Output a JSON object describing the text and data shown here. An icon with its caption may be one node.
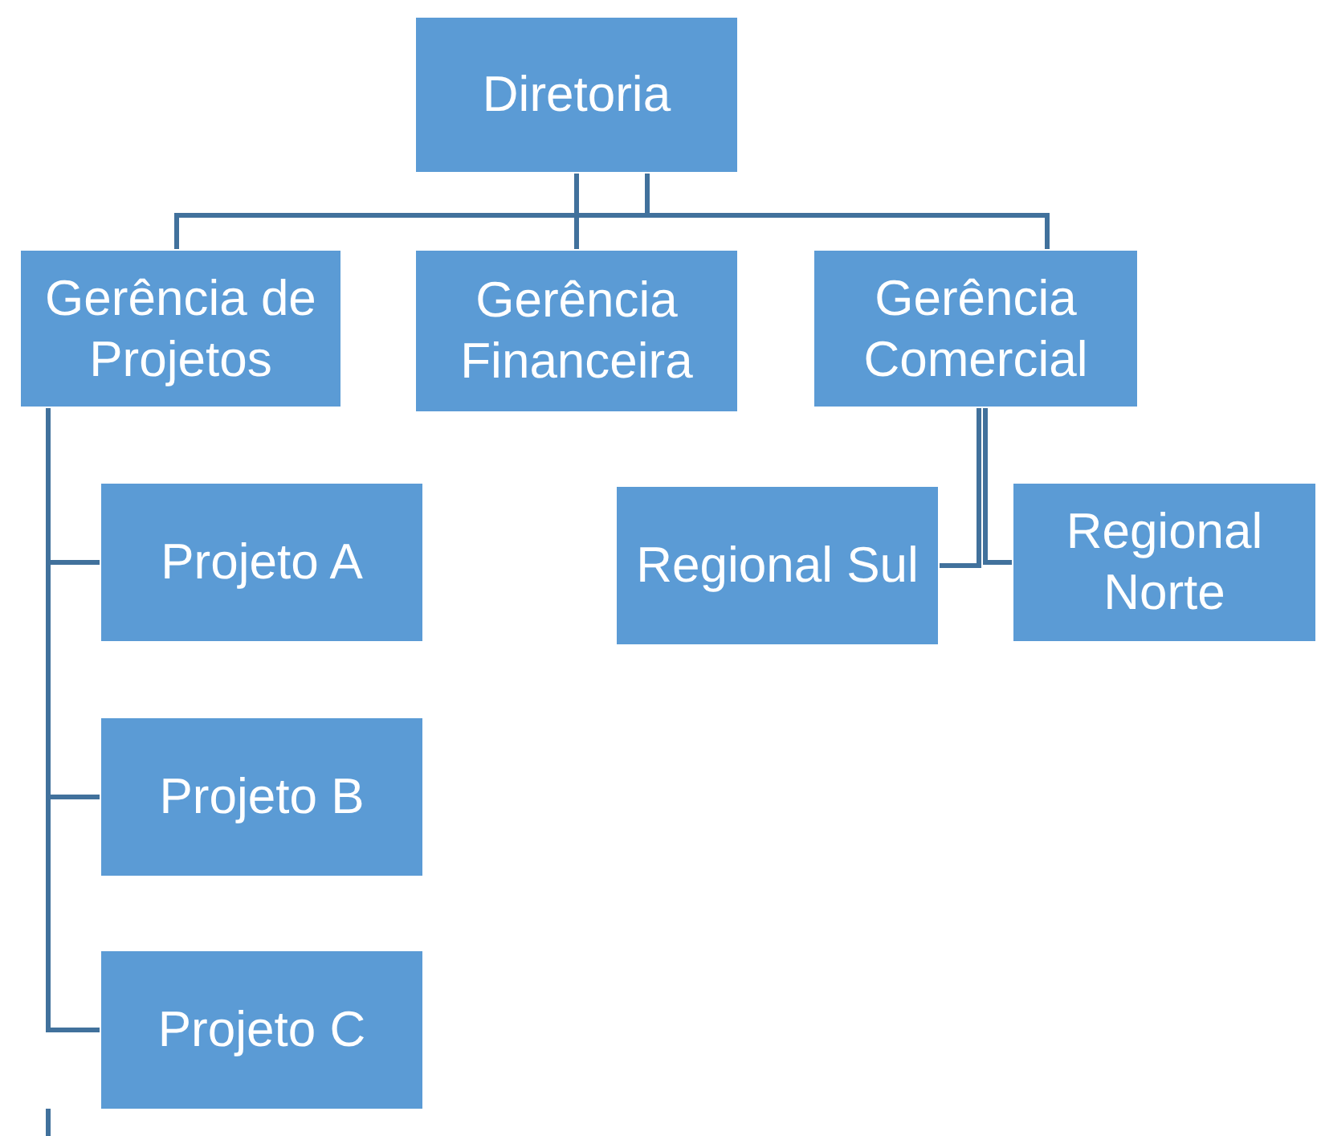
{
  "diagram": {
    "nodes": [
      {
        "text": [
          "Diretoria"
        ]
      },
      {
        "text": [
          "Gerência de Projetos"
        ]
      },
      {
        "text": [
          "Gerência Financeira"
        ]
      },
      {
        "text": [
          "Gerência Comercial"
        ]
      },
      {
        "text": [
          "Projeto A"
        ]
      },
      {
        "text": [
          "Projeto B"
        ]
      },
      {
        "text": [
          "Projeto C"
        ]
      },
      {
        "text": [
          "Regional Sul"
        ]
      },
      {
        "text": [
          "Regional Norte"
        ]
      }
    ],
    "edges": [
      {
        "from": 0,
        "to": 1,
        "arrow": "none"
      },
      {
        "from": 0,
        "to": 2,
        "arrow": "none"
      },
      {
        "from": 0,
        "to": 3,
        "arrow": "none"
      },
      {
        "from": 1,
        "to": 4,
        "arrow": "none"
      },
      {
        "from": 1,
        "to": 5,
        "arrow": "none"
      },
      {
        "from": 1,
        "to": 6,
        "arrow": "none"
      },
      {
        "from": 3,
        "to": 7,
        "arrow": "none"
      },
      {
        "from": 3,
        "to": 8,
        "arrow": "none"
      }
    ]
  }
}
